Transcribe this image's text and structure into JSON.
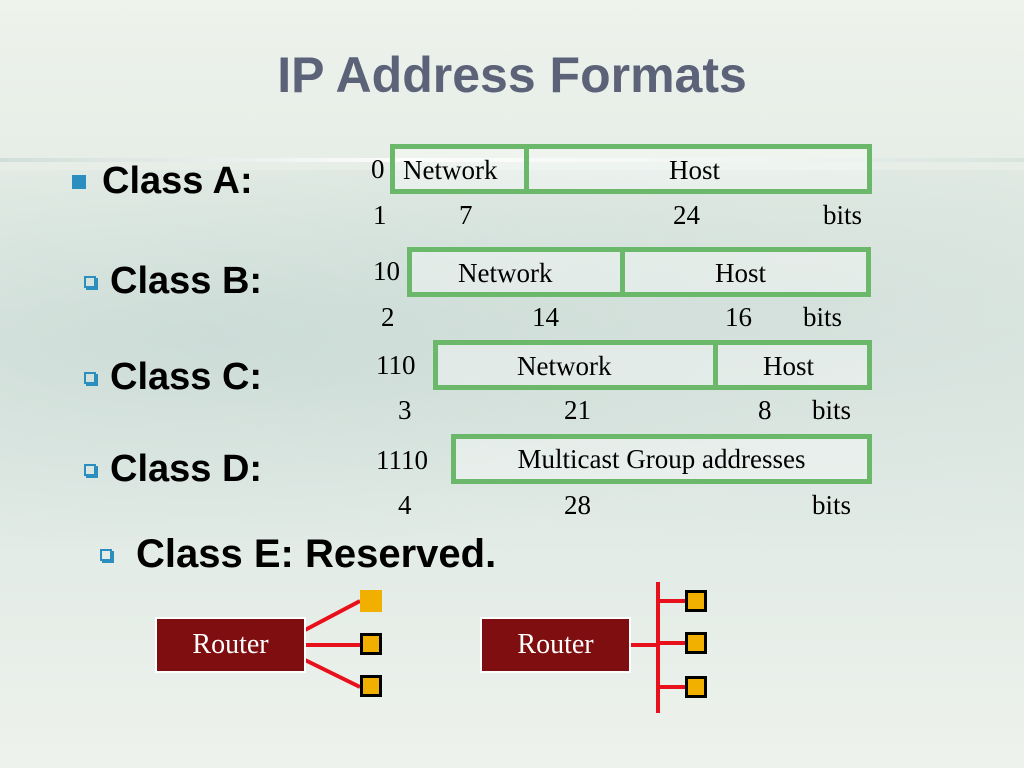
{
  "title": "IP Address Formats",
  "classes": {
    "a": {
      "label": "Class A:",
      "prefix": "0",
      "network": "Network",
      "host": "Host",
      "bits": [
        "1",
        "7",
        "24",
        "bits"
      ]
    },
    "b": {
      "label": "Class B:",
      "prefix": "10",
      "network": "Network",
      "host": "Host",
      "bits": [
        "2",
        "14",
        "16",
        "bits"
      ]
    },
    "c": {
      "label": "Class C:",
      "prefix": "110",
      "network": "Network",
      "host": "Host",
      "bits": [
        "3",
        "21",
        "8",
        "bits"
      ]
    },
    "d": {
      "label": "Class D:",
      "prefix": "1110",
      "field": "Multicast Group addresses",
      "bits": [
        "4",
        "28",
        "bits"
      ]
    },
    "e": {
      "label": "Class E: Reserved."
    }
  },
  "diagram": {
    "router_left": "Router",
    "router_right": "Router"
  },
  "colors": {
    "title": "#5c6378",
    "field_border": "#6cb86a",
    "router_fill": "#7f0e10",
    "link": "#e8101a",
    "node": "#f1b000",
    "bullet": "#2a8fbf"
  }
}
